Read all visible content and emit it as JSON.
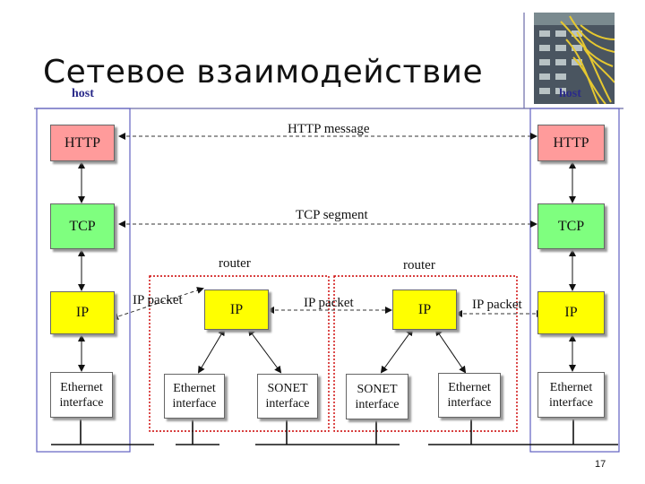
{
  "slide": {
    "title": "Сетевое взаимодействие",
    "page_number": "17"
  },
  "hosts": {
    "left_label": "host",
    "right_label": "host"
  },
  "routers": {
    "left_label": "router",
    "right_label": "router"
  },
  "layers": {
    "http": "HTTP",
    "tcp": "TCP",
    "ip": "IP",
    "ethernet": "Ethernet interface",
    "sonet": "SONET interface"
  },
  "messages": {
    "http": "HTTP message",
    "tcp": "TCP segment",
    "ip_packet": "IP packet"
  },
  "colors": {
    "http": "#ff9b9b",
    "tcp": "#7fff7f",
    "ip": "#ffff00",
    "host_border": "#6060c0",
    "router_border": "#cc0000"
  },
  "icons": {
    "photo": "network-cables-photo"
  }
}
